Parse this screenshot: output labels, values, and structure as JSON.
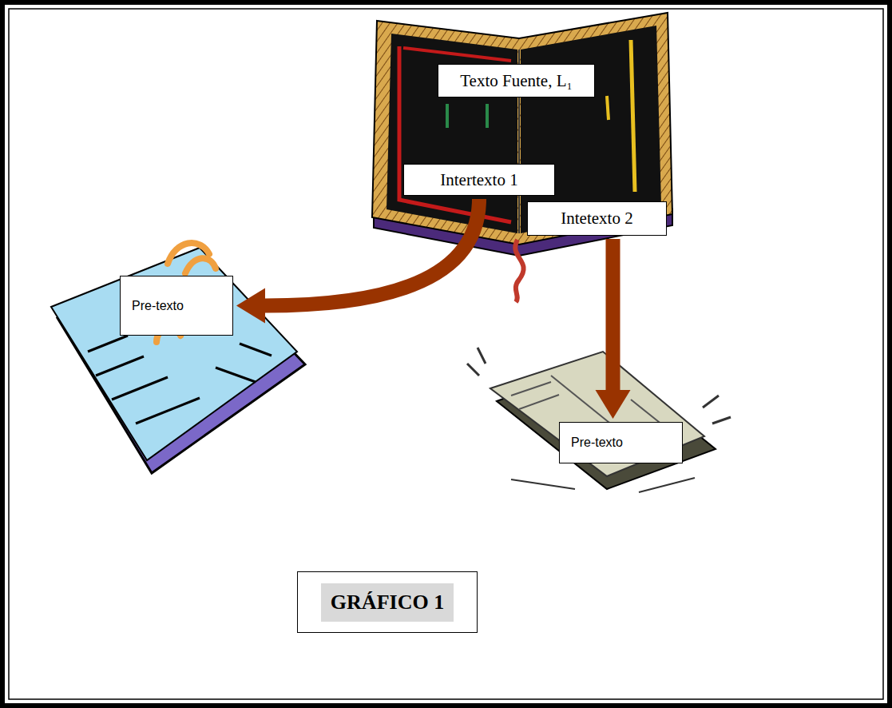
{
  "diagram": {
    "nodes": [
      {
        "text": [
          "Texto Fuente, L₁"
        ]
      },
      {
        "text": [
          "Intertexto 1"
        ]
      },
      {
        "text": [
          "Intetexto 2"
        ]
      },
      {
        "text": [
          "Pre-texto"
        ]
      },
      {
        "text": [
          "Pre-texto"
        ]
      },
      {
        "text": [
          "GRÁFICO 1"
        ]
      }
    ],
    "edges": [
      {
        "from": 1,
        "to": 3,
        "arrow": "to"
      },
      {
        "from": 2,
        "to": 4,
        "arrow": "to"
      }
    ]
  }
}
